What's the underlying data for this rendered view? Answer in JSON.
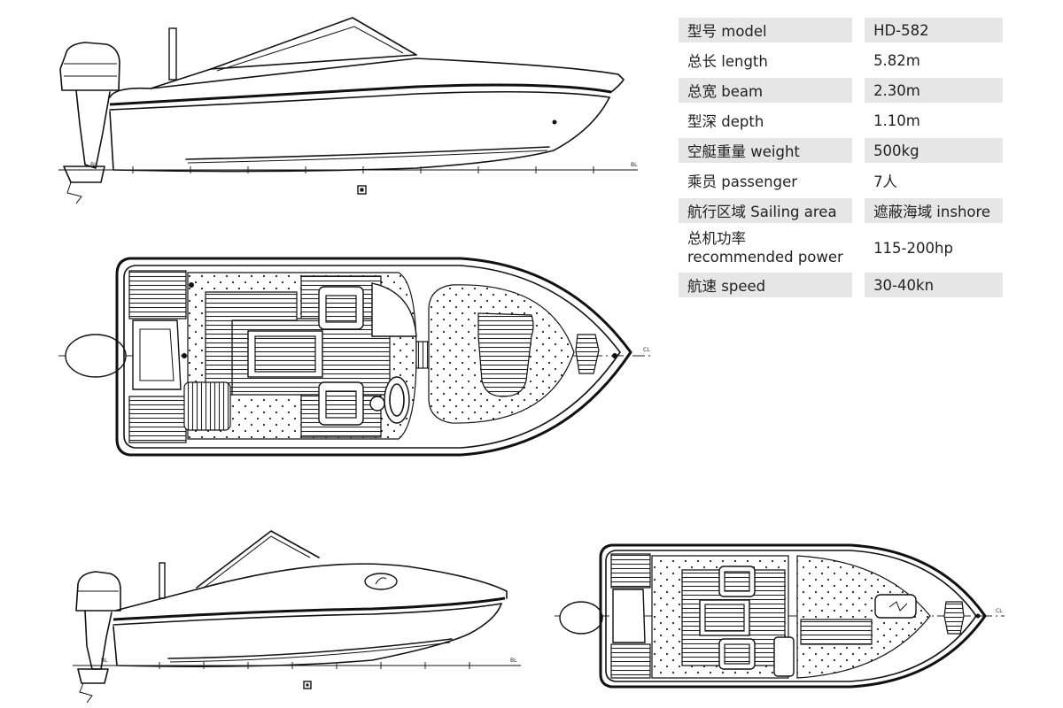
{
  "specs": [
    {
      "label": "型号 model",
      "value": "HD-582",
      "shaded": true
    },
    {
      "label": "总长 length",
      "value": "5.82m",
      "shaded": false
    },
    {
      "label": "总宽 beam",
      "value": "2.30m",
      "shaded": true
    },
    {
      "label": "型深 depth",
      "value": "1.10m",
      "shaded": false
    },
    {
      "label": "空艇重量 weight",
      "value": "500kg",
      "shaded": true
    },
    {
      "label": "乘员 passenger",
      "value": "7人",
      "shaded": false
    },
    {
      "label": "航行区域 Sailing area",
      "value": "遮蔽海域 inshore",
      "shaded": true
    },
    {
      "label": "总机功率 recommended power",
      "value": "115-200hp",
      "shaded": false
    },
    {
      "label": "航速 speed",
      "value": "30-40kn",
      "shaded": true
    }
  ],
  "drawing_marks": {
    "baseline_mark": "BL",
    "centerline_mark": "CL"
  }
}
